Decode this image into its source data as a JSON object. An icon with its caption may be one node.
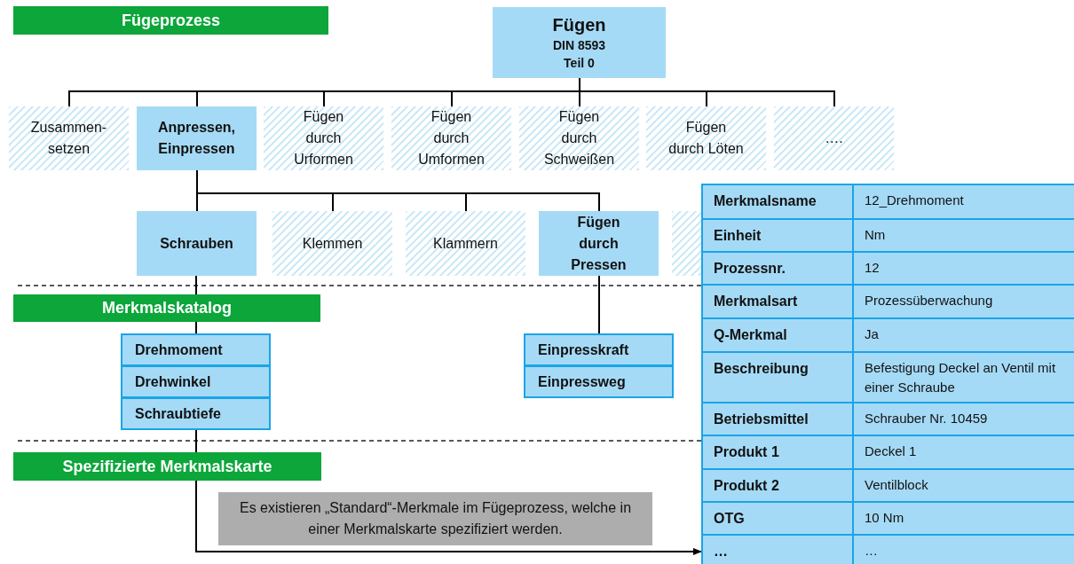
{
  "diagram": {
    "nodes": [
      {
        "text": [
          "Fügeprozess"
        ]
      },
      {
        "text": [
          "Fügen",
          "DIN 8593 Teil 0"
        ]
      },
      {
        "text": [
          "Zusammen-setzen"
        ]
      },
      {
        "text": [
          "Anpressen, Einpressen"
        ]
      },
      {
        "text": [
          "Fügen durch Urformen"
        ]
      },
      {
        "text": [
          "Fügen durch Umformen"
        ]
      },
      {
        "text": [
          "Fügen durch Schweißen"
        ]
      },
      {
        "text": [
          "Fügen durch Löten"
        ]
      },
      {
        "text": [
          "…."
        ]
      },
      {
        "text": [],
        "shape": "box"
      },
      {
        "text": [
          "Schrauben"
        ]
      },
      {
        "text": [
          "Klemmen"
        ]
      },
      {
        "text": [
          "Klammern"
        ]
      },
      {
        "text": [
          "Fügen durch Pressen"
        ]
      },
      {
        "text": [],
        "shape": "box"
      },
      {
        "text": [
          "Merkmalskatalog"
        ]
      },
      {
        "text": [
          "Drehmoment"
        ]
      },
      {
        "text": [
          "Drehwinkel"
        ]
      },
      {
        "text": [
          "Schraubtiefe"
        ]
      },
      {
        "text": [
          "Einpresskraft"
        ]
      },
      {
        "text": [
          "Einpressweg"
        ]
      },
      {
        "text": [
          "Spezifizierte Merkmalskarte"
        ]
      },
      {
        "text": [
          "Es existieren „Standard“-Merkmale im Fügeprozess, welche in einer Merkmalskarte spezifiziert werden."
        ]
      }
    ],
    "edges": [
      {
        "from": 1,
        "to": 2,
        "arrow": "none"
      },
      {
        "from": 1,
        "to": 3,
        "arrow": "none"
      },
      {
        "from": 1,
        "to": 4,
        "arrow": "none"
      },
      {
        "from": 1,
        "to": 5,
        "arrow": "none"
      },
      {
        "from": 1,
        "to": 6,
        "arrow": "none"
      },
      {
        "from": 1,
        "to": 7,
        "arrow": "none"
      },
      {
        "from": 1,
        "to": 8,
        "arrow": "none"
      },
      {
        "from": 3,
        "to": 10,
        "arrow": "none"
      },
      {
        "from": 3,
        "to": 11,
        "arrow": "none"
      },
      {
        "from": 3,
        "to": 12,
        "arrow": "none"
      },
      {
        "from": 3,
        "to": 13,
        "arrow": "none"
      },
      {
        "from": 10,
        "to": 15,
        "arrow": "none"
      },
      {
        "from": 15,
        "to": 16,
        "arrow": "none"
      },
      {
        "from": 13,
        "to": 19,
        "arrow": "none"
      },
      {
        "from": 18,
        "to": 21,
        "arrow": "none"
      },
      {
        "from": 21,
        "to": 9,
        "arrow": "to"
      }
    ],
    "labels": [
      "Merkmalsname",
      "12_Drehmoment",
      "Einheit",
      "Nm",
      "Prozessnr.",
      "12",
      "Merkmalsart",
      "Prozessüberwachung",
      "Q-Merkmal",
      "Ja",
      "Beschreibung",
      "Befestigung Deckel an Ventil mit einer Schraube",
      "Betriebsmittel",
      "Schrauber Nr. 10459",
      "Produkt 1",
      "Deckel 1",
      "Produkt 2",
      "Ventilblock",
      "OTG",
      "10 Nm",
      "…",
      "…"
    ]
  }
}
